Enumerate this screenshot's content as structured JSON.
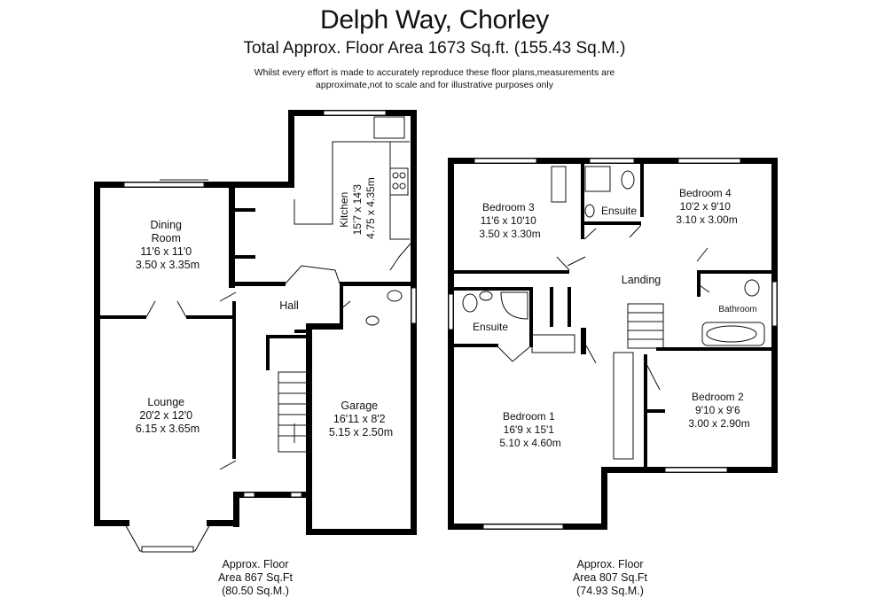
{
  "header": {
    "title": "Delph Way, Chorley",
    "subtitle": "Total Approx. Floor Area 1673 Sq.ft. (155.43 Sq.M.)",
    "disclaimer_line1": "Whilst every effort is made to accurately reproduce these floor plans,measurements are",
    "disclaimer_line2": "approximate,not to scale and for illustrative purposes only"
  },
  "ground_floor": {
    "rooms": {
      "dining": {
        "name_line1": "Dining",
        "name_line2": "Room",
        "imperial": "11'6 x 11'0",
        "metric": "3.50 x 3.35m"
      },
      "lounge": {
        "name": "Lounge",
        "imperial": "20'2 x 12'0",
        "metric": "6.15 x 3.65m"
      },
      "hall": {
        "name": "Hall"
      },
      "kitchen": {
        "name": "Kitchen",
        "imperial": "15'7 x 14'3",
        "metric": "4.75 x 4.35m"
      },
      "garage": {
        "name": "Garage",
        "imperial": "16'11 x 8'2",
        "metric": "5.15 x 2.50m"
      }
    },
    "area": {
      "line1": "Approx. Floor",
      "line2": "Area 867 Sq.Ft",
      "line3": "(80.50 Sq.M.)"
    }
  },
  "first_floor": {
    "rooms": {
      "bedroom3": {
        "name": "Bedroom 3",
        "imperial": "11'6 x 10'10",
        "metric": "3.50 x 3.30m"
      },
      "ensuite_top": {
        "name": "Ensuite"
      },
      "bedroom4": {
        "name": "Bedroom 4",
        "imperial": "10'2 x 9'10",
        "metric": "3.10 x 3.00m"
      },
      "landing": {
        "name": "Landing"
      },
      "bathroom": {
        "name": "Bathroom"
      },
      "ensuite_left": {
        "name": "Ensuite"
      },
      "bedroom1": {
        "name": "Bedroom 1",
        "imperial": "16'9 x 15'1",
        "metric": "5.10 x 4.60m"
      },
      "bedroom2": {
        "name": "Bedroom 2",
        "imperial": "9'10 x 9'6",
        "metric": "3.00 x 2.90m"
      }
    },
    "area": {
      "line1": "Approx. Floor",
      "line2": "Area 807 Sq.Ft",
      "line3": "(74.93 Sq.M.)"
    }
  }
}
